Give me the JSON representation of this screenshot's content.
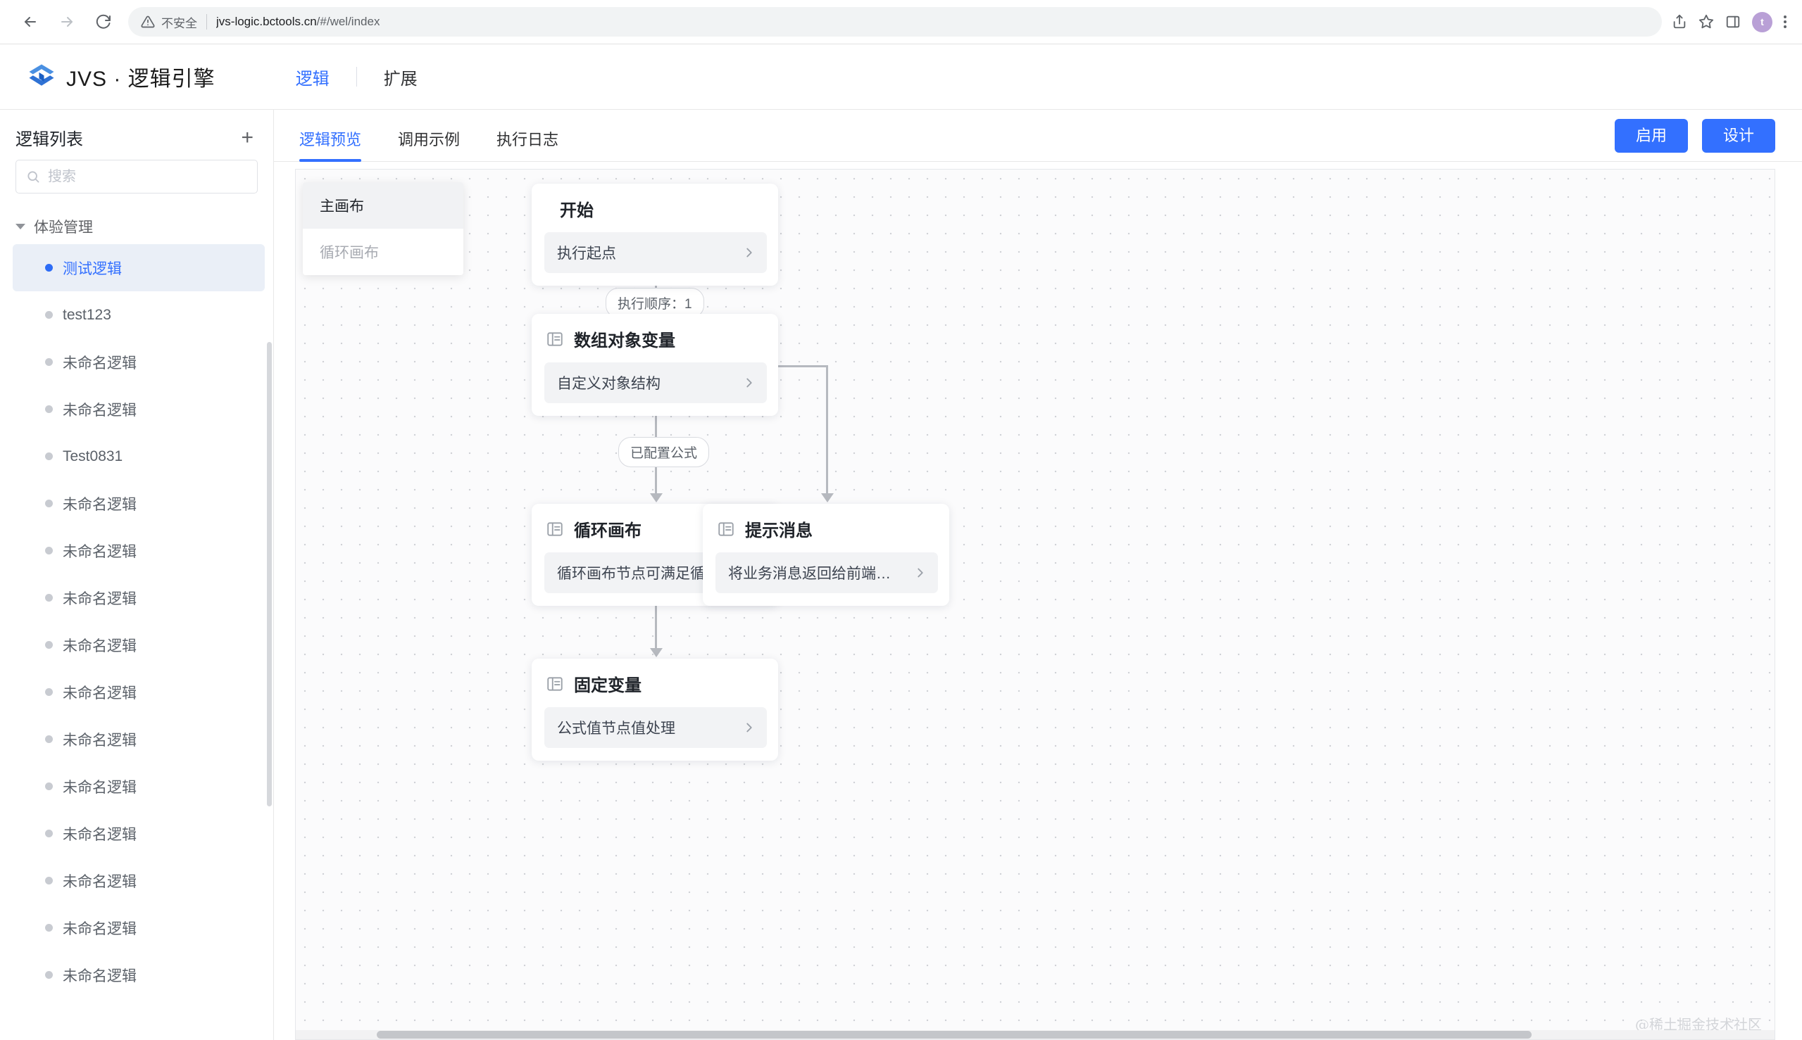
{
  "browser": {
    "back_icon": "arrow-left-icon",
    "forward_icon": "arrow-right-icon",
    "reload_icon": "reload-icon",
    "security_label": "不安全",
    "url": "jvs-logic.bctools.cn/#/wel/index",
    "url_domain": "jvs-logic.bctools.cn",
    "url_path": "/#/wel/index",
    "share_icon": "share-icon",
    "bookmark_icon": "star-icon",
    "sidepanel_icon": "side-panel-icon",
    "avatar_initial": "t",
    "menu_icon": "kebab-menu-icon"
  },
  "header": {
    "brand": "JVS · 逻辑引擎",
    "logo_icon": "jvs-logo-icon",
    "nav": [
      {
        "label": "逻辑",
        "active": true
      },
      {
        "label": "扩展",
        "active": false
      }
    ]
  },
  "sidebar": {
    "title": "逻辑列表",
    "add_label": "+",
    "search": {
      "placeholder": "搜索",
      "value": "",
      "icon": "search-icon"
    },
    "group": {
      "label": "体验管理",
      "expanded": true,
      "caret_icon": "caret-down-icon"
    },
    "items": [
      {
        "label": "测试逻辑",
        "selected": true
      },
      {
        "label": "test123",
        "selected": false
      },
      {
        "label": "未命名逻辑",
        "selected": false
      },
      {
        "label": "未命名逻辑",
        "selected": false
      },
      {
        "label": "Test0831",
        "selected": false
      },
      {
        "label": "未命名逻辑",
        "selected": false
      },
      {
        "label": "未命名逻辑",
        "selected": false
      },
      {
        "label": "未命名逻辑",
        "selected": false
      },
      {
        "label": "未命名逻辑",
        "selected": false
      },
      {
        "label": "未命名逻辑",
        "selected": false
      },
      {
        "label": "未命名逻辑",
        "selected": false
      },
      {
        "label": "未命名逻辑",
        "selected": false
      },
      {
        "label": "未命名逻辑",
        "selected": false
      },
      {
        "label": "未命名逻辑",
        "selected": false
      },
      {
        "label": "未命名逻辑",
        "selected": false
      },
      {
        "label": "未命名逻辑",
        "selected": false
      }
    ]
  },
  "main": {
    "tabs": [
      {
        "label": "逻辑预览",
        "active": true
      },
      {
        "label": "调用示例",
        "active": false
      },
      {
        "label": "执行日志",
        "active": false
      }
    ],
    "actions": [
      {
        "label": "启用",
        "name": "enable-button"
      },
      {
        "label": "设计",
        "name": "design-button"
      }
    ]
  },
  "canvas": {
    "menu": [
      {
        "label": "主画布",
        "active": true
      },
      {
        "label": "循环画布",
        "active": false
      }
    ],
    "nodes": [
      {
        "id": "start",
        "title": "开始",
        "body": "执行起点",
        "has_icon": false,
        "chevron_icon": "chevron-right-icon"
      },
      {
        "id": "array-object-var",
        "title": "数组对象变量",
        "body": "自定义对象结构",
        "has_icon": true,
        "icon": "node-panel-icon",
        "chevron_icon": "chevron-right-icon"
      },
      {
        "id": "loop-canvas",
        "title": "循环画布",
        "body": "循环画布节点可满足循…",
        "has_icon": true,
        "icon": "node-panel-icon",
        "chevron_icon": "chevron-right-icon"
      },
      {
        "id": "tip-message",
        "title": "提示消息",
        "body": "将业务消息返回给前端…",
        "has_icon": true,
        "icon": "node-panel-icon",
        "chevron_icon": "chevron-right-icon"
      },
      {
        "id": "fixed-var",
        "title": "固定变量",
        "body": "公式值节点值处理",
        "has_icon": true,
        "icon": "node-panel-icon",
        "chevron_icon": "chevron-right-icon"
      }
    ],
    "edge_labels": [
      {
        "id": "order",
        "label": "执行顺序：1"
      },
      {
        "id": "formula",
        "label": "已配置公式"
      }
    ],
    "watermark": "@稀土掘金技术社区"
  },
  "colors": {
    "accent": "#3370ff",
    "selected_bg": "#eaeff7",
    "node_body_bg": "#f2f3f5",
    "edge": "#b6b9bf",
    "canvas_bg": "#fbfbfc"
  }
}
